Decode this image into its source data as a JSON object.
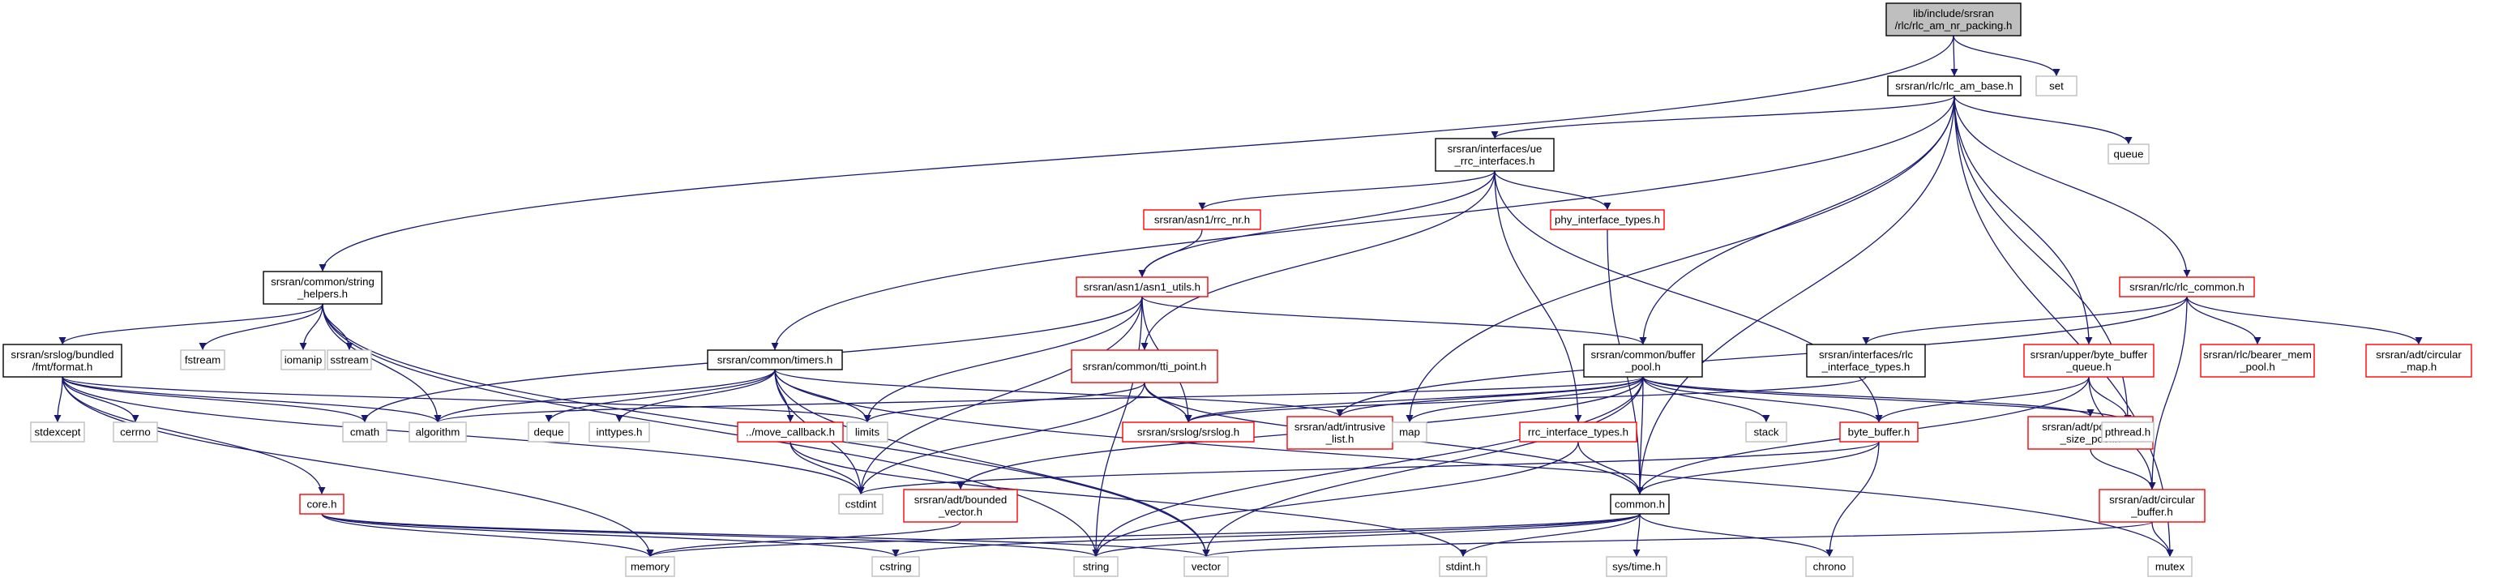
{
  "graph": {
    "colors": {
      "edge": "#191970",
      "root_fill": "#bfbfbf",
      "fill": "#ffffff",
      "border_root": "#000000",
      "border_documented": "#000000",
      "border_has_children": "#ff0000",
      "border_leaf": "#bfbfbf"
    },
    "nodes": {
      "rlc_am_nr_packing": {
        "lines": [
          "lib/include/srsran",
          "/rlc/rlc_am_nr_packing.h"
        ],
        "style": "root"
      },
      "set": {
        "lines": [
          "set"
        ],
        "style": "leaf"
      },
      "rlc_am_base": {
        "lines": [
          "srsran/rlc/rlc_am_base.h"
        ],
        "style": "documented"
      },
      "ue_rrc_interfaces": {
        "lines": [
          "srsran/interfaces/ue",
          "_rrc_interfaces.h"
        ],
        "style": "documented"
      },
      "queue": {
        "lines": [
          "queue"
        ],
        "style": "leaf"
      },
      "rrc_nr": {
        "lines": [
          "srsran/asn1/rrc_nr.h"
        ],
        "style": "red"
      },
      "phy_interface_types": {
        "lines": [
          "phy_interface_types.h"
        ],
        "style": "red"
      },
      "string_helpers": {
        "lines": [
          "srsran/common/string",
          "_helpers.h"
        ],
        "style": "documented"
      },
      "asn1_utils": {
        "lines": [
          "srsran/asn1/asn1_utils.h"
        ],
        "style": "red"
      },
      "rlc_common": {
        "lines": [
          "srsran/rlc/rlc_common.h"
        ],
        "style": "red"
      },
      "fmt_format": {
        "lines": [
          "srsran/srslog/bundled",
          "/fmt/format.h"
        ],
        "style": "documented"
      },
      "fstream": {
        "lines": [
          "fstream"
        ],
        "style": "leaf"
      },
      "iomanip": {
        "lines": [
          "iomanip"
        ],
        "style": "leaf"
      },
      "sstream": {
        "lines": [
          "sstream"
        ],
        "style": "leaf"
      },
      "timers": {
        "lines": [
          "srsran/common/timers.h"
        ],
        "style": "documented"
      },
      "tti_point": {
        "lines": [
          "srsran/common/tti_point.h"
        ],
        "style": "red"
      },
      "buffer_pool": {
        "lines": [
          "srsran/common/buffer",
          "_pool.h"
        ],
        "style": "documented"
      },
      "rlc_interface_types": {
        "lines": [
          "srsran/interfaces/rlc",
          "_interface_types.h"
        ],
        "style": "documented"
      },
      "byte_buffer_queue": {
        "lines": [
          "srsran/upper/byte_buffer",
          "_queue.h"
        ],
        "style": "red"
      },
      "bearer_mem_pool": {
        "lines": [
          "srsran/rlc/bearer_mem",
          "_pool.h"
        ],
        "style": "red"
      },
      "circular_map": {
        "lines": [
          "srsran/adt/circular",
          "_map.h"
        ],
        "style": "red"
      },
      "stdexcept": {
        "lines": [
          "stdexcept"
        ],
        "style": "leaf"
      },
      "cerrno": {
        "lines": [
          "cerrno"
        ],
        "style": "leaf"
      },
      "cmath": {
        "lines": [
          "cmath"
        ],
        "style": "leaf"
      },
      "algorithm": {
        "lines": [
          "algorithm"
        ],
        "style": "leaf"
      },
      "deque": {
        "lines": [
          "deque"
        ],
        "style": "leaf"
      },
      "inttypes": {
        "lines": [
          "inttypes.h"
        ],
        "style": "leaf"
      },
      "limits": {
        "lines": [
          "limits"
        ],
        "style": "leaf"
      },
      "move_callback": {
        "lines": [
          "../move_callback.h"
        ],
        "style": "red"
      },
      "srslog": {
        "lines": [
          "srsran/srslog/srslog.h"
        ],
        "style": "red"
      },
      "intrusive_list": {
        "lines": [
          "srsran/adt/intrusive",
          "_list.h"
        ],
        "style": "red"
      },
      "map": {
        "lines": [
          "map"
        ],
        "style": "leaf"
      },
      "rrc_interface_types": {
        "lines": [
          "rrc_interface_types.h"
        ],
        "style": "red"
      },
      "stack": {
        "lines": [
          "stack"
        ],
        "style": "leaf"
      },
      "byte_buffer": {
        "lines": [
          "byte_buffer.h"
        ],
        "style": "red"
      },
      "fixed_size_pool": {
        "lines": [
          "srsran/adt/pool/fixed",
          "_size_pool.h"
        ],
        "style": "red"
      },
      "pthread": {
        "lines": [
          "pthread.h"
        ],
        "style": "leaf"
      },
      "core": {
        "lines": [
          "core.h"
        ],
        "style": "red"
      },
      "cstdint": {
        "lines": [
          "cstdint"
        ],
        "style": "leaf"
      },
      "bounded_vector": {
        "lines": [
          "srsran/adt/bounded",
          "_vector.h"
        ],
        "style": "red"
      },
      "common": {
        "lines": [
          "common.h"
        ],
        "style": "documented"
      },
      "circular_buffer": {
        "lines": [
          "srsran/adt/circular",
          "_buffer.h"
        ],
        "style": "red"
      },
      "memory": {
        "lines": [
          "memory"
        ],
        "style": "leaf"
      },
      "cstring": {
        "lines": [
          "cstring"
        ],
        "style": "leaf"
      },
      "string": {
        "lines": [
          "string"
        ],
        "style": "leaf"
      },
      "vector": {
        "lines": [
          "vector"
        ],
        "style": "leaf"
      },
      "stdint": {
        "lines": [
          "stdint.h"
        ],
        "style": "leaf"
      },
      "sys_time": {
        "lines": [
          "sys/time.h"
        ],
        "style": "leaf"
      },
      "chrono": {
        "lines": [
          "chrono"
        ],
        "style": "leaf"
      },
      "mutex": {
        "lines": [
          "mutex"
        ],
        "style": "leaf"
      }
    },
    "edges": [
      [
        "rlc_am_nr_packing",
        "rlc_am_base"
      ],
      [
        "rlc_am_nr_packing",
        "set"
      ],
      [
        "rlc_am_nr_packing",
        "string_helpers"
      ],
      [
        "rlc_am_base",
        "ue_rrc_interfaces"
      ],
      [
        "rlc_am_base",
        "queue"
      ],
      [
        "rlc_am_base",
        "timers"
      ],
      [
        "rlc_am_base",
        "buffer_pool"
      ],
      [
        "rlc_am_base",
        "rlc_common"
      ],
      [
        "rlc_am_base",
        "byte_buffer_queue"
      ],
      [
        "rlc_am_base",
        "map"
      ],
      [
        "rlc_am_base",
        "common"
      ],
      [
        "rlc_am_base",
        "pthread"
      ],
      [
        "rlc_am_base",
        "mutex"
      ],
      [
        "ue_rrc_interfaces",
        "rrc_nr"
      ],
      [
        "ue_rrc_interfaces",
        "asn1_utils"
      ],
      [
        "ue_rrc_interfaces",
        "phy_interface_types"
      ],
      [
        "ue_rrc_interfaces",
        "tti_point"
      ],
      [
        "ue_rrc_interfaces",
        "rrc_interface_types"
      ],
      [
        "ue_rrc_interfaces",
        "byte_buffer"
      ],
      [
        "rrc_nr",
        "asn1_utils"
      ],
      [
        "phy_interface_types",
        "common"
      ],
      [
        "string_helpers",
        "fmt_format"
      ],
      [
        "string_helpers",
        "fstream"
      ],
      [
        "string_helpers",
        "iomanip"
      ],
      [
        "string_helpers",
        "sstream"
      ],
      [
        "string_helpers",
        "algorithm"
      ],
      [
        "string_helpers",
        "string"
      ],
      [
        "string_helpers",
        "vector"
      ],
      [
        "asn1_utils",
        "buffer_pool"
      ],
      [
        "asn1_utils",
        "cmath"
      ],
      [
        "asn1_utils",
        "limits"
      ],
      [
        "asn1_utils",
        "srslog"
      ],
      [
        "asn1_utils",
        "cstdint"
      ],
      [
        "asn1_utils",
        "string"
      ],
      [
        "rlc_common",
        "rlc_interface_types"
      ],
      [
        "rlc_common",
        "bearer_mem_pool"
      ],
      [
        "rlc_common",
        "circular_map"
      ],
      [
        "rlc_common",
        "circular_buffer"
      ],
      [
        "rlc_common",
        "intrusive_list"
      ],
      [
        "fmt_format",
        "stdexcept"
      ],
      [
        "fmt_format",
        "cerrno"
      ],
      [
        "fmt_format",
        "cmath"
      ],
      [
        "fmt_format",
        "algorithm"
      ],
      [
        "fmt_format",
        "limits"
      ],
      [
        "fmt_format",
        "core"
      ],
      [
        "fmt_format",
        "cstdint"
      ],
      [
        "fmt_format",
        "memory"
      ],
      [
        "timers",
        "algorithm"
      ],
      [
        "timers",
        "deque"
      ],
      [
        "timers",
        "inttypes"
      ],
      [
        "timers",
        "limits"
      ],
      [
        "timers",
        "move_callback"
      ],
      [
        "timers",
        "intrusive_list"
      ],
      [
        "timers",
        "cstdint"
      ],
      [
        "timers",
        "vector"
      ],
      [
        "timers",
        "mutex"
      ],
      [
        "tti_point",
        "limits"
      ],
      [
        "tti_point",
        "srslog"
      ],
      [
        "tti_point",
        "cstdint"
      ],
      [
        "tti_point",
        "common"
      ],
      [
        "buffer_pool",
        "algorithm"
      ],
      [
        "buffer_pool",
        "map"
      ],
      [
        "buffer_pool",
        "srslog"
      ],
      [
        "buffer_pool",
        "intrusive_list"
      ],
      [
        "buffer_pool",
        "stack"
      ],
      [
        "buffer_pool",
        "byte_buffer"
      ],
      [
        "buffer_pool",
        "fixed_size_pool"
      ],
      [
        "buffer_pool",
        "pthread"
      ],
      [
        "buffer_pool",
        "bounded_vector"
      ],
      [
        "buffer_pool",
        "common"
      ],
      [
        "buffer_pool",
        "string"
      ],
      [
        "buffer_pool",
        "vector"
      ],
      [
        "rlc_interface_types",
        "srslog"
      ],
      [
        "byte_buffer_queue",
        "byte_buffer"
      ],
      [
        "byte_buffer_queue",
        "pthread"
      ],
      [
        "byte_buffer_queue",
        "circular_buffer"
      ],
      [
        "byte_buffer_queue",
        "common"
      ],
      [
        "move_callback",
        "cstdint"
      ],
      [
        "move_callback",
        "stdint"
      ],
      [
        "rrc_interface_types",
        "common"
      ],
      [
        "rrc_interface_types",
        "string"
      ],
      [
        "byte_buffer",
        "cstdint"
      ],
      [
        "byte_buffer",
        "common"
      ],
      [
        "byte_buffer",
        "chrono"
      ],
      [
        "fixed_size_pool",
        "circular_buffer"
      ],
      [
        "core",
        "memory"
      ],
      [
        "core",
        "cstring"
      ],
      [
        "core",
        "string"
      ],
      [
        "core",
        "vector"
      ],
      [
        "bounded_vector",
        "memory"
      ],
      [
        "common",
        "memory"
      ],
      [
        "common",
        "cstring"
      ],
      [
        "common",
        "string"
      ],
      [
        "common",
        "stdint"
      ],
      [
        "common",
        "sys_time"
      ],
      [
        "common",
        "chrono"
      ],
      [
        "circular_buffer",
        "mutex"
      ],
      [
        "circular_buffer",
        "vector"
      ]
    ]
  }
}
